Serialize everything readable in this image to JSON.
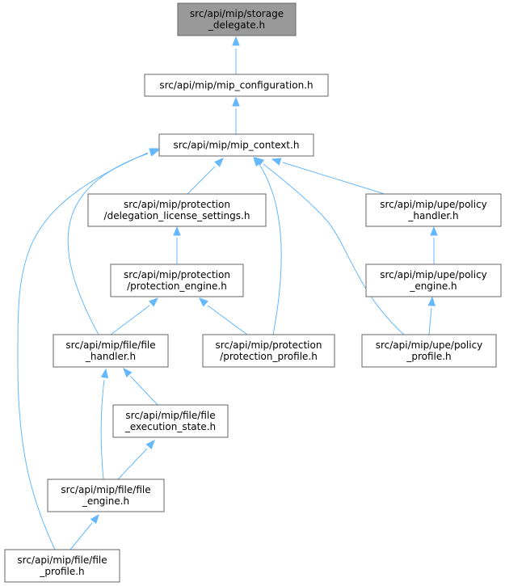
{
  "colors": {
    "edge": "#63b8ff",
    "node_border": "#666666",
    "node_fill": "#ffffff",
    "root_fill": "#999999"
  },
  "nodes": {
    "storage_delegate": [
      "src/api/mip/storage",
      "_delegate.h"
    ],
    "mip_configuration": [
      "src/api/mip/mip_configuration.h"
    ],
    "mip_context": [
      "src/api/mip/mip_context.h"
    ],
    "delegation_license_settings": [
      "src/api/mip/protection",
      "/delegation_license_settings.h"
    ],
    "upe_policy_handler": [
      "src/api/mip/upe/policy",
      "_handler.h"
    ],
    "protection_engine": [
      "src/api/mip/protection",
      "/protection_engine.h"
    ],
    "upe_policy_engine": [
      "src/api/mip/upe/policy",
      "_engine.h"
    ],
    "file_handler": [
      "src/api/mip/file/file",
      "_handler.h"
    ],
    "protection_profile": [
      "src/api/mip/protection",
      "/protection_profile.h"
    ],
    "upe_policy_profile": [
      "src/api/mip/upe/policy",
      "_profile.h"
    ],
    "file_execution_state": [
      "src/api/mip/file/file",
      "_execution_state.h"
    ],
    "file_engine": [
      "src/api/mip/file/file",
      "_engine.h"
    ],
    "file_profile": [
      "src/api/mip/file/file",
      "_profile.h"
    ]
  },
  "edges": [
    {
      "from": "mip_configuration",
      "to": "storage_delegate"
    },
    {
      "from": "mip_context",
      "to": "mip_configuration"
    },
    {
      "from": "delegation_license_settings",
      "to": "mip_context"
    },
    {
      "from": "upe_policy_handler",
      "to": "mip_context"
    },
    {
      "from": "file_handler",
      "to": "mip_context"
    },
    {
      "from": "protection_profile",
      "to": "mip_context"
    },
    {
      "from": "upe_policy_profile",
      "to": "mip_context"
    },
    {
      "from": "file_profile",
      "to": "mip_context"
    },
    {
      "from": "protection_engine",
      "to": "delegation_license_settings"
    },
    {
      "from": "file_handler",
      "to": "protection_engine"
    },
    {
      "from": "protection_profile",
      "to": "protection_engine"
    },
    {
      "from": "upe_policy_engine",
      "to": "upe_policy_handler"
    },
    {
      "from": "upe_policy_profile",
      "to": "upe_policy_engine"
    },
    {
      "from": "file_execution_state",
      "to": "file_handler"
    },
    {
      "from": "file_engine",
      "to": "file_handler"
    },
    {
      "from": "file_engine",
      "to": "file_execution_state"
    },
    {
      "from": "file_profile",
      "to": "file_engine"
    }
  ]
}
